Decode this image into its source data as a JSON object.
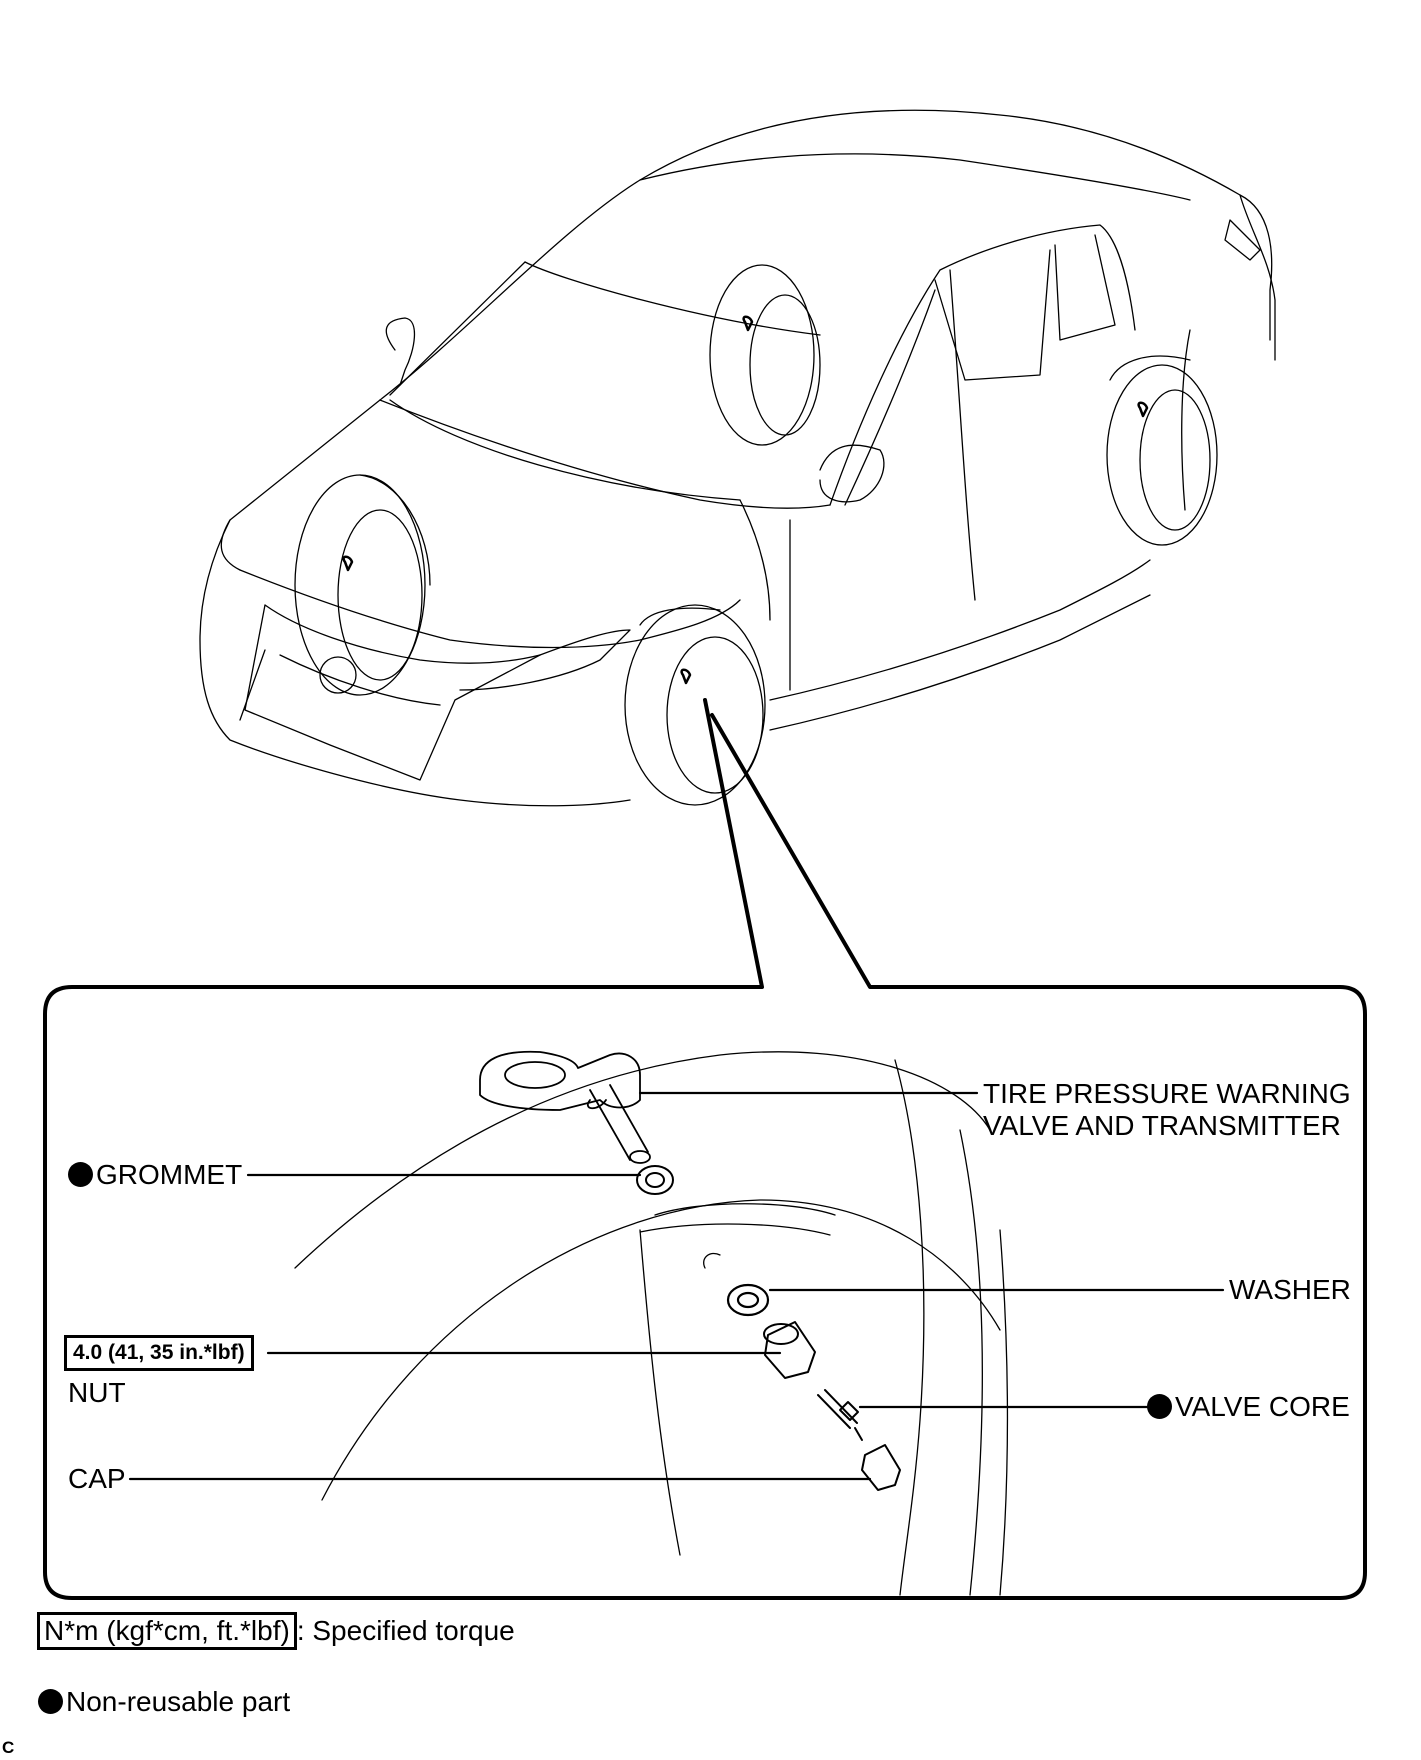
{
  "callouts": {
    "transmitter_line1": "TIRE PRESSURE WARNING",
    "transmitter_line2": "VALVE AND TRANSMITTER",
    "grommet": "GROMMET",
    "washer": "WASHER",
    "torque": "4.0 (41, 35 in.*lbf)",
    "nut": "NUT",
    "valve_core": "VALVE CORE",
    "cap": "CAP"
  },
  "legend": {
    "torque_units": "N*m (kgf*cm, ft.*lbf)",
    "torque_desc": ": Specified torque",
    "nonreusable": "Non-reusable part"
  },
  "footer": {
    "mark": "C"
  },
  "icons": [
    "non-reusable-dot-icon"
  ]
}
